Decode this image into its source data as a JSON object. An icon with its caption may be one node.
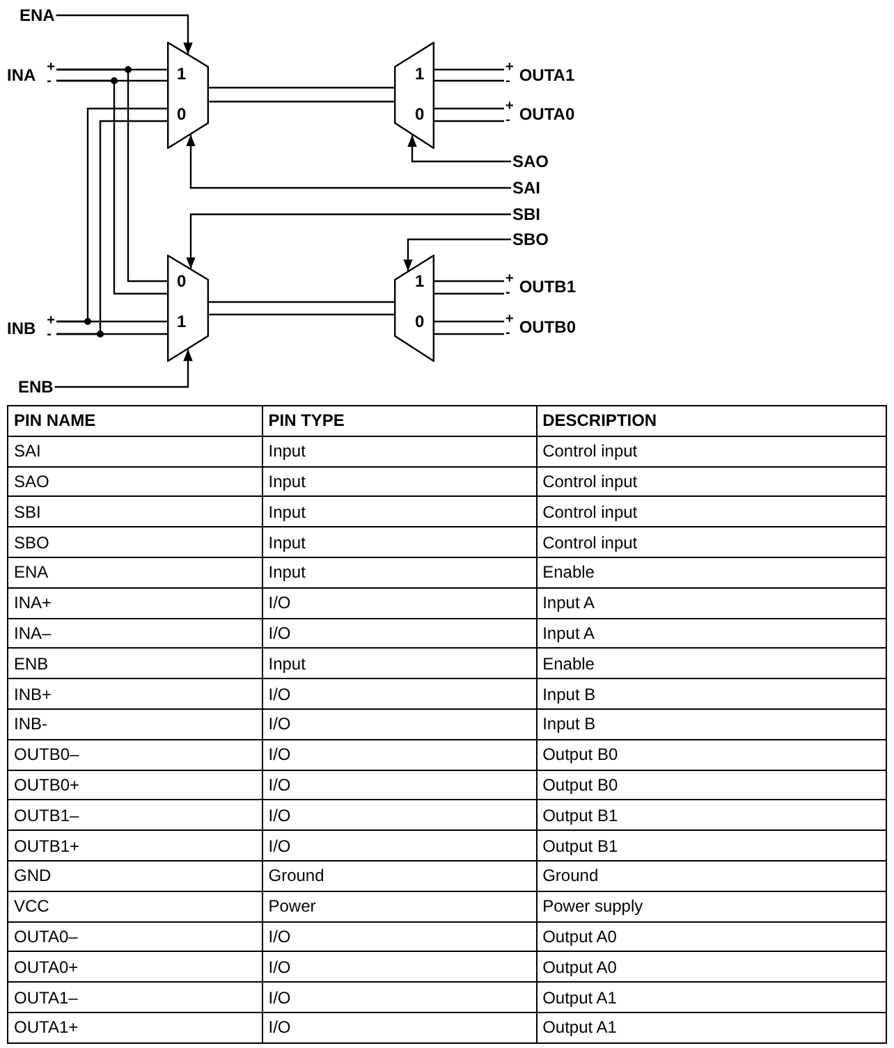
{
  "diagram": {
    "nodes": [
      {
        "text": [
          "ENA"
        ]
      },
      {
        "text": [
          "INA"
        ],
        "beside": [
          "+",
          "-"
        ]
      },
      {
        "text": [
          "1",
          "0"
        ]
      },
      {
        "text": [
          "1",
          "0"
        ]
      },
      {
        "text": [
          "OUTA1"
        ],
        "beside": [
          "+",
          "-"
        ]
      },
      {
        "text": [
          "OUTA0"
        ],
        "beside": [
          "+",
          "-"
        ]
      },
      {
        "text": [
          "SAO"
        ]
      },
      {
        "text": [
          "SAI"
        ]
      },
      {
        "text": [
          "SBI"
        ]
      },
      {
        "text": [
          "SBO"
        ]
      },
      {
        "text": [
          "0",
          "1"
        ]
      },
      {
        "text": [
          "1",
          "0"
        ]
      },
      {
        "text": [
          "OUTB1"
        ],
        "beside": [
          "+",
          "-"
        ]
      },
      {
        "text": [
          "OUTB0"
        ],
        "beside": [
          "+",
          "-"
        ]
      },
      {
        "text": [
          "INB"
        ],
        "beside": [
          "+",
          "-"
        ]
      },
      {
        "text": [
          "ENB"
        ]
      }
    ],
    "edges": [
      {
        "from": 0,
        "to": 2,
        "arrow": "to"
      },
      {
        "from": 1,
        "to": 2,
        "arrow": "none"
      },
      {
        "from": 1,
        "to": 10,
        "arrow": "none"
      },
      {
        "from": 14,
        "to": 10,
        "arrow": "none"
      },
      {
        "from": 14,
        "to": 2,
        "arrow": "none"
      },
      {
        "from": 2,
        "to": 3,
        "arrow": "none"
      },
      {
        "from": 7,
        "to": 2,
        "arrow": "to"
      },
      {
        "from": 6,
        "to": 3,
        "arrow": "to"
      },
      {
        "from": 3,
        "to": 4,
        "arrow": "none"
      },
      {
        "from": 3,
        "to": 5,
        "arrow": "none"
      },
      {
        "from": 8,
        "to": 10,
        "arrow": "to"
      },
      {
        "from": 9,
        "to": 11,
        "arrow": "to"
      },
      {
        "from": 15,
        "to": 10,
        "arrow": "to"
      },
      {
        "from": 10,
        "to": 11,
        "arrow": "none"
      },
      {
        "from": 11,
        "to": 12,
        "arrow": "none"
      },
      {
        "from": 11,
        "to": 13,
        "arrow": "none"
      },
      {
        "from": 1,
        "to": 2,
        "arrow": "none"
      },
      {
        "from": 1,
        "to": 10,
        "arrow": "none"
      },
      {
        "from": 14,
        "to": 10,
        "arrow": "none"
      },
      {
        "from": 14,
        "to": 2,
        "arrow": "none"
      },
      {
        "from": 2,
        "to": 3,
        "arrow": "none"
      },
      {
        "from": 3,
        "to": 4,
        "arrow": "none"
      },
      {
        "from": 3,
        "to": 5,
        "arrow": "none"
      },
      {
        "from": 10,
        "to": 11,
        "arrow": "none"
      },
      {
        "from": 11,
        "to": 12,
        "arrow": "none"
      },
      {
        "from": 11,
        "to": 13,
        "arrow": "none"
      }
    ],
    "labels": [
      "PIN NAME",
      "PIN TYPE",
      "DESCRIPTION",
      "SAI",
      "Input",
      "Control input",
      "SAO",
      "Input",
      "Control input",
      "SBI",
      "Input",
      "Control input",
      "SBO",
      "Input",
      "Control input",
      "ENA",
      "Input",
      "Enable",
      "INA+",
      "I/O",
      "Input A",
      "INA–",
      "I/O",
      "Input A",
      "ENB",
      "Input",
      "Enable",
      "INB+",
      "I/O",
      "Input B",
      "INB-",
      "I/O",
      "Input B",
      "OUTB0–",
      "I/O",
      "Output B0",
      "OUTB0+",
      "I/O",
      "Output B0",
      "OUTB1–",
      "I/O",
      "Output B1",
      "OUTB1+",
      "I/O",
      "Output B1",
      "GND",
      "Ground",
      "Ground",
      "VCC",
      "Power",
      "Power supply",
      "OUTA0–",
      "I/O",
      "Output A0",
      "OUTA0+",
      "I/O",
      "Output A0",
      "OUTA1–",
      "I/O",
      "Output A1",
      "OUTA1+",
      "I/O",
      "Output A1"
    ]
  }
}
